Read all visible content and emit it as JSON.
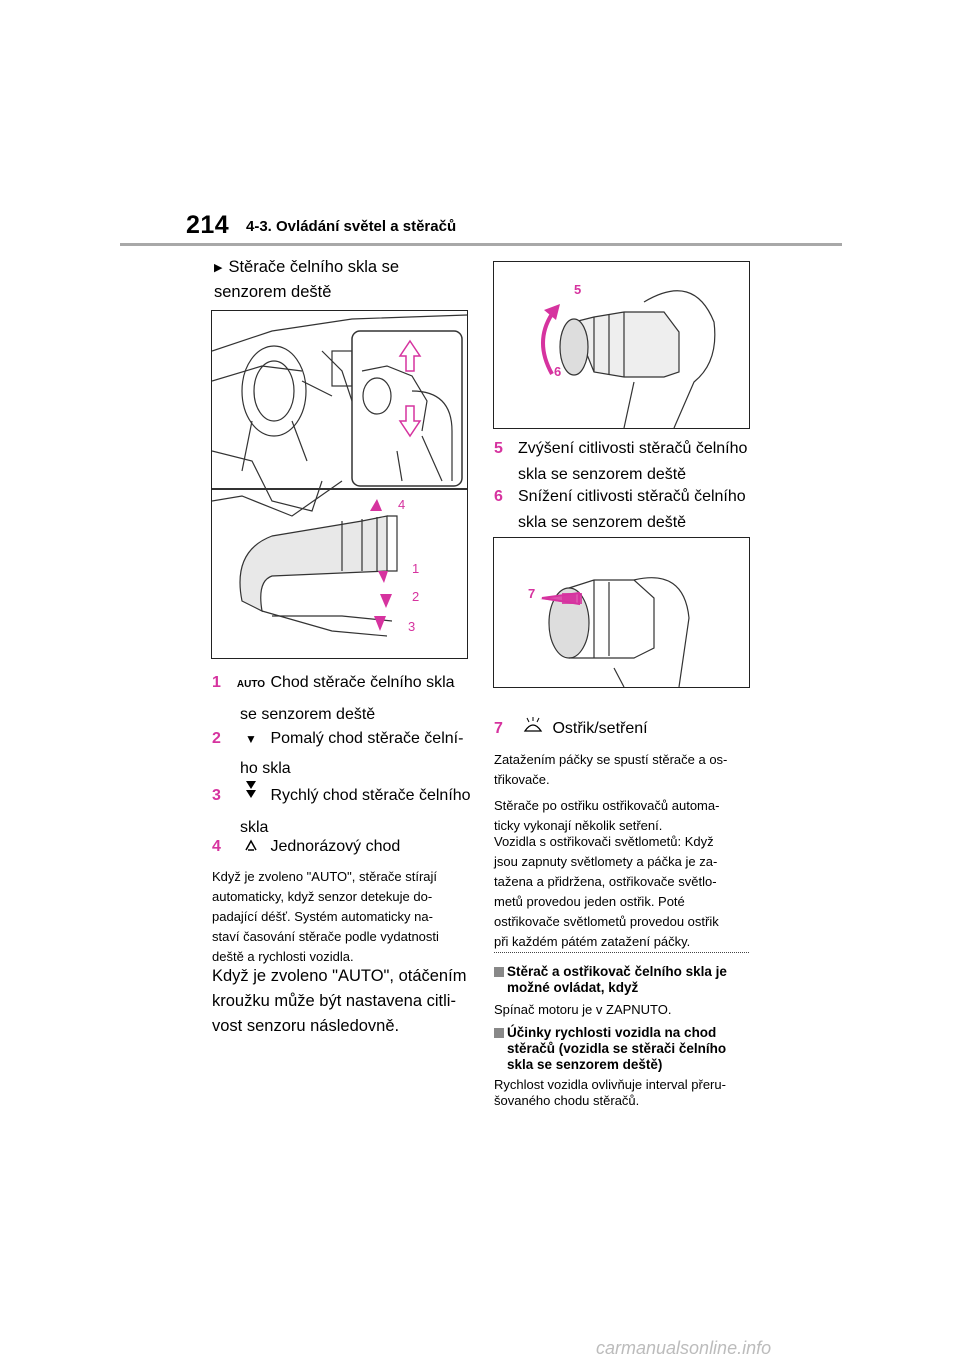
{
  "header": {
    "page_number": "214",
    "section_title": "4-3. Ovládání světel a stěračů"
  },
  "left": {
    "lead_title": "Stěrače čelního skla se senzorem deště",
    "figure1_labels": [
      "4",
      "1",
      "2",
      "3"
    ],
    "items": [
      {
        "num": "1",
        "icon": "AUTO",
        "text_a": "Chod stěrače čelního skla",
        "text_b": "se senzorem deště"
      },
      {
        "num": "2",
        "icon": "▼",
        "text_a": "Pomalý chod stěrače čelní-",
        "text_b": "ho skla"
      },
      {
        "num": "3",
        "icon": "double-down-icon",
        "text_a": "Rychlý chod stěrače čelního",
        "text_b": "skla"
      },
      {
        "num": "4",
        "icon": "single-up-icon",
        "text_a": "Jednorázový chod",
        "text_b": ""
      }
    ],
    "small_paragraph": [
      "Když je zvoleno \"AUTO\", stěrače stírají",
      "automaticky, když senzor detekuje do-",
      "padající déšť. Systém automaticky na-",
      "staví časování stěrače podle vydatnosti",
      "deště a rychlosti vozidla."
    ],
    "big_paragraph": [
      "Když je zvoleno \"AUTO\", otáčením",
      "kroužku může být nastavena citli-",
      "vost senzoru následovně."
    ]
  },
  "right": {
    "figure2_labels": [
      "5",
      "6"
    ],
    "items": [
      {
        "num": "5",
        "text_a": "Zvýšení citlivosti stěračů čelního",
        "text_b": "skla se senzorem deště"
      },
      {
        "num": "6",
        "text_a": "Snížení citlivosti stěračů čelního",
        "text_b": "skla se senzorem deště"
      }
    ],
    "figure3_label": "7",
    "item7": {
      "num": "7",
      "icon": "washer-icon",
      "text": "Ostřik/setření"
    },
    "paragraph1": [
      "Zatažením páčky se spustí stěrače a os-",
      "třikovače."
    ],
    "paragraph2": [
      "Stěrače po ostřiku ostřikovačů automa-",
      "ticky vykonají několik setření."
    ],
    "paragraph3": [
      "Vozidla s ostřikovači světlometů: Když",
      "jsou zapnuty světlomety a páčka je za-",
      "tažena a přidržena, ostřikovače světlo-",
      "metů provedou jeden ostřik. Poté",
      "ostřikovače světlometů provedou ostřik",
      "při každém pátém zatažení páčky."
    ],
    "section1": {
      "title_a": "Stěrač a ostřikovač čelního skla je",
      "title_b": "možné ovládat, když",
      "body": "Spínač motoru je v ZAPNUTO."
    },
    "section2": {
      "title_a": "Účinky rychlosti vozidla na chod",
      "title_b": "stěračů (vozidla se stěrači čelního",
      "title_c": "skla se senzorem deště)",
      "body_a": "Rychlost vozidla ovlivňuje interval přeru-",
      "body_b": "šovaného chodu stěračů."
    }
  },
  "footer": {
    "watermark": "carmanualsonline.info"
  },
  "colors": {
    "accent": "#d6339f",
    "rule": "#a8a8a8"
  }
}
